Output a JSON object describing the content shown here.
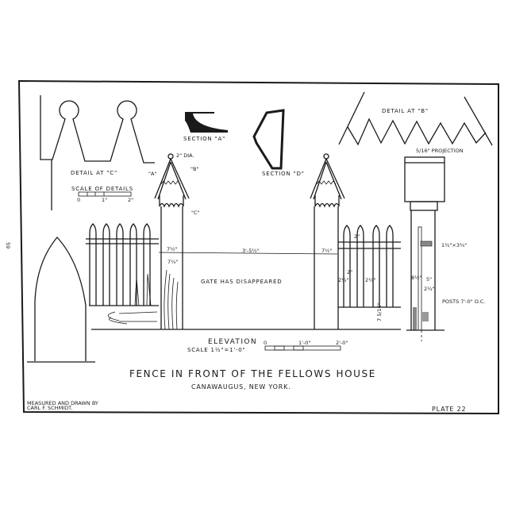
{
  "page_number": "59",
  "plate": {
    "title": "FENCE IN FRONT OF THE FELLOWS HOUSE",
    "subtitle": "CANAWAUGUS, NEW YORK.",
    "credit_line1": "MEASURED AND DRAWN BY",
    "credit_line2": "CARL F. SCHMIDT.",
    "plate_label": "PLATE 22"
  },
  "details": {
    "detail_c": "DETAIL AT \"C\"",
    "scale_of_details": "SCALE OF DETAILS",
    "scale_ticks": [
      "0",
      "1\"",
      "2\""
    ],
    "section_a": "SECTION \"A\"",
    "section_d": "SECTION \"D\"",
    "detail_b": "DETAIL AT \"B\"",
    "projection": "5/16\" PROJECTION"
  },
  "elevation": {
    "label": "ELEVATION",
    "scale": "SCALE 1½\"=1'-0\"",
    "scale_ticks": [
      "0",
      "1'-0\"",
      "2'-0\""
    ],
    "gate_note": "GATE HAS DISAPPEARED",
    "ball_dia": "2\" DIA.",
    "callout_a": "\"A\"",
    "callout_b": "\"B\"",
    "callout_c": "\"C\"",
    "dim_post_width": "7½\"",
    "dim_post_depth": "7¼\"",
    "dim_gate_width": "3'-5½\"",
    "dim_post_width_right": "7½\"",
    "dim_picket_space": "2\"",
    "dim_picket_width": "2¼\"",
    "dim_base": "7 5/16\"",
    "dim_rail": "1¾\"×3¾\"",
    "dim_section_5": "5\"",
    "dim_section_2": "2¼\"",
    "dim_section_side": "8½\"",
    "posts_note": "POSTS 7'-0\" O.C."
  }
}
